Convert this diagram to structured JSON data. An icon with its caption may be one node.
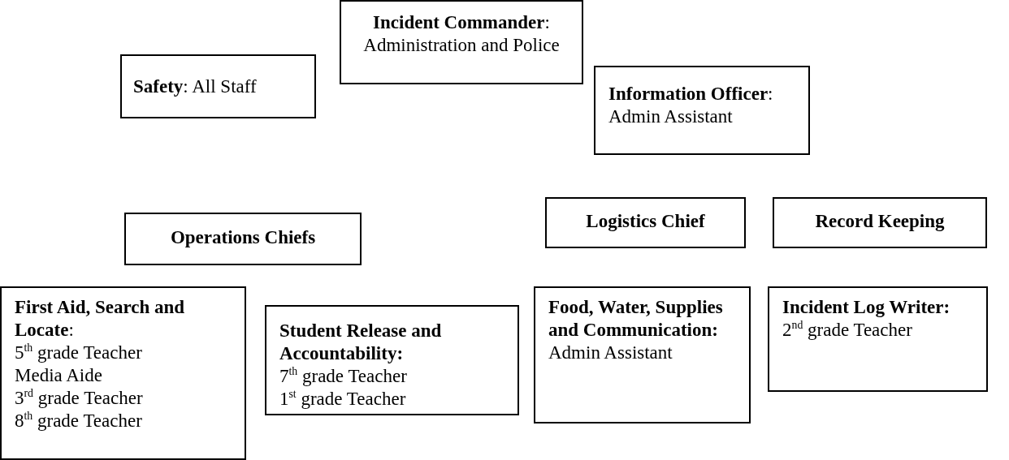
{
  "diagram": {
    "nodes": [
      {
        "text": [
          "**Incident Commander**:",
          "Administration and Police"
        ]
      },
      {
        "text": [
          "**Safety**: All Staff"
        ]
      },
      {
        "text": [
          "**Information Officer**:",
          "Admin Assistant"
        ]
      },
      {
        "text": [
          "Operations Chiefs"
        ]
      },
      {
        "text": [
          "Logistics Chief"
        ]
      },
      {
        "text": [
          "Record Keeping"
        ]
      },
      {
        "text": [
          "**First Aid, Search and Locate**:",
          "5$^{th}$ grade Teacher",
          "Media Aide",
          "3$^{rd}$ grade Teacher",
          "8$^{th}$ grade Teacher"
        ]
      },
      {
        "text": [
          "Student Release and Accountability:",
          "7$^{th}$ grade Teacher",
          "1$^{st}$ grade Teacher"
        ]
      },
      {
        "text": [
          "Food, Water, Supplies and Communication:",
          "Admin Assistant"
        ]
      },
      {
        "text": [
          "Incident Log Writer:",
          "2$^{nd}$ grade Teacher"
        ]
      }
    ]
  }
}
